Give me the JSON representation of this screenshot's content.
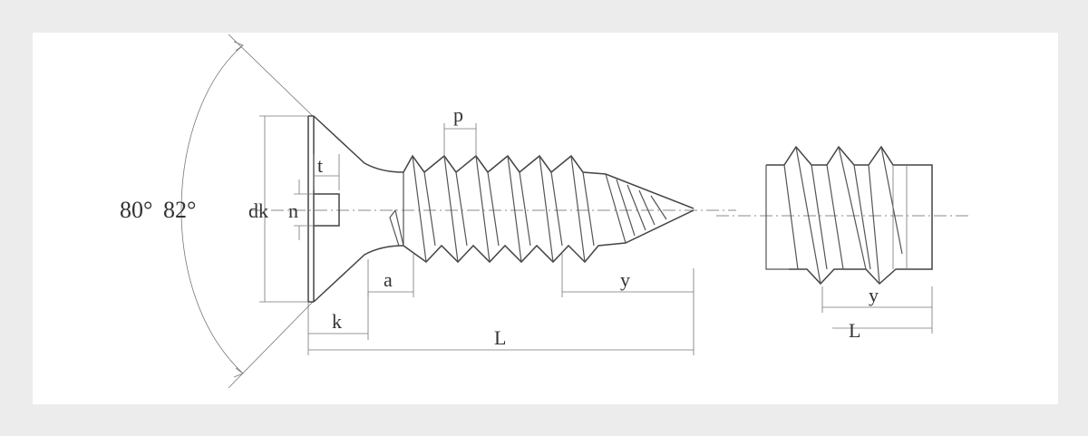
{
  "labels": {
    "angle_80": "80°",
    "angle_82": "82°",
    "dk": "dk",
    "n": "n",
    "t": "t",
    "p": "p",
    "a": "a",
    "k": "k",
    "y_main": "y",
    "L_main": "L",
    "y_detail": "y",
    "L_detail": "L"
  },
  "colors": {
    "background": "#ececec",
    "panel": "#ffffff",
    "line": "#555555",
    "text": "#333333"
  }
}
